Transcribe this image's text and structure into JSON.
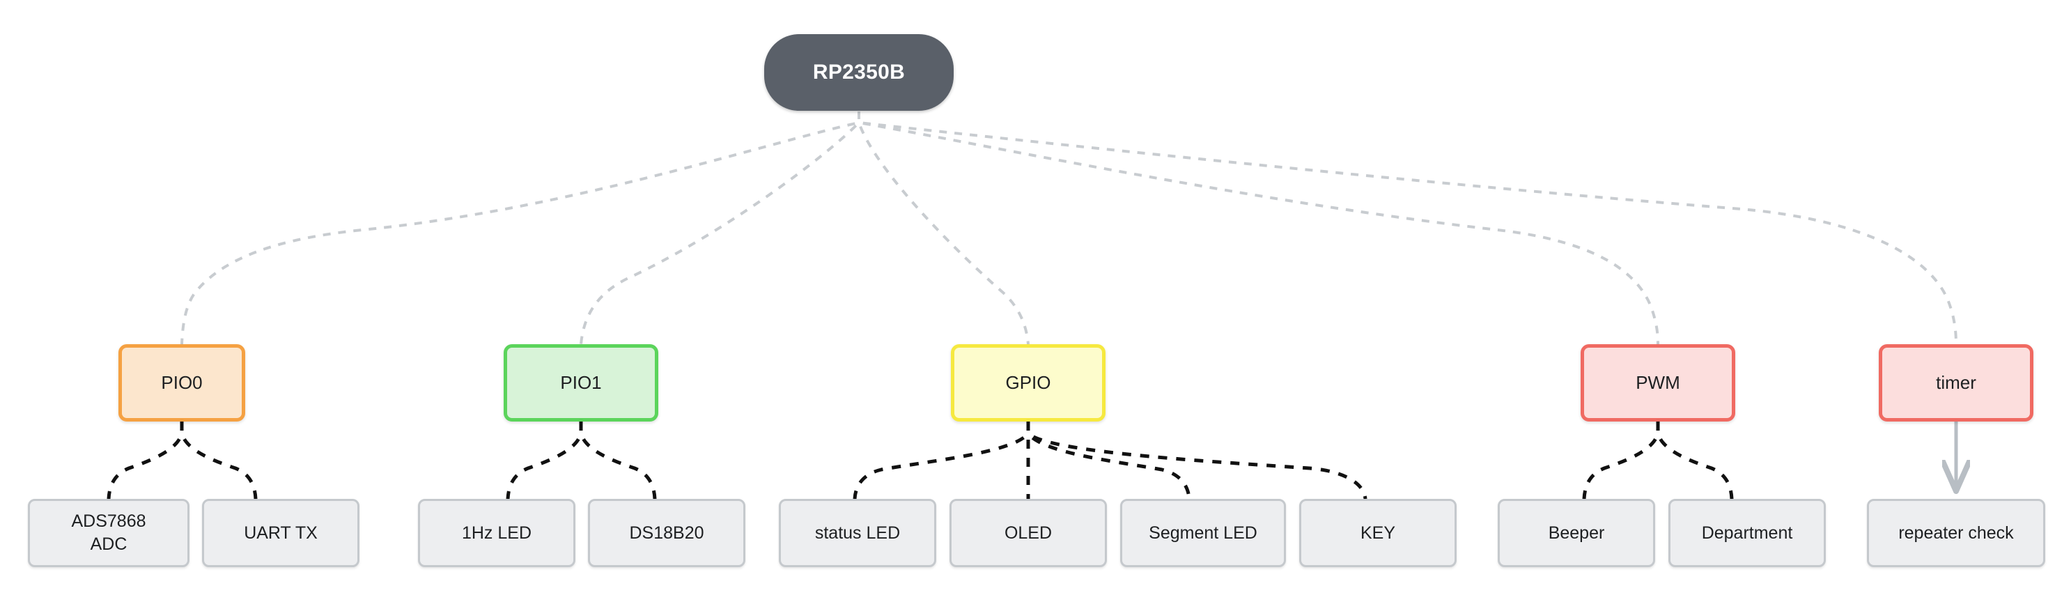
{
  "diagram": {
    "title": "RP2350B peripheral allocation tree",
    "background": "#ffffff",
    "root_edge_color": "#c8ccd0",
    "branch_edge_color": "#111111",
    "arrow_edge_color": "#b8bec4"
  },
  "chart_data": {
    "type": "diagram",
    "layout": "top-down-tree",
    "root": "RP2350B",
    "nodes": [
      {
        "id": "root",
        "label": "RP2350B",
        "level": 0,
        "shape": "stadium",
        "fill": "#5a6069",
        "stroke": "#5a6069",
        "text_color": "#ffffff"
      },
      {
        "id": "pio0",
        "label": "PIO0",
        "level": 1,
        "shape": "rounded-rect",
        "fill": "#fce6cd",
        "stroke": "#f5a142",
        "text_color": "#1d1f21"
      },
      {
        "id": "pio1",
        "label": "PIO1",
        "level": 1,
        "shape": "rounded-rect",
        "fill": "#d8f3d8",
        "stroke": "#5bd45b",
        "text_color": "#1d1f21"
      },
      {
        "id": "gpio",
        "label": "GPIO",
        "level": 1,
        "shape": "rounded-rect",
        "fill": "#fdfccc",
        "stroke": "#f6e93f",
        "text_color": "#1d1f21"
      },
      {
        "id": "pwm",
        "label": "PWM",
        "level": 1,
        "shape": "rounded-rect",
        "fill": "#fcdedd",
        "stroke": "#f06a62",
        "text_color": "#1d1f21"
      },
      {
        "id": "timer",
        "label": "timer",
        "level": 1,
        "shape": "rounded-rect",
        "fill": "#fcdedd",
        "stroke": "#f06a62",
        "text_color": "#1d1f21"
      },
      {
        "id": "ads7868",
        "label": "ADS7868\nADC",
        "level": 2,
        "shape": "rounded-rect",
        "fill": "#edeef0",
        "stroke": "#c5c9cd",
        "text_color": "#1d1f21"
      },
      {
        "id": "uarttx",
        "label": "UART TX",
        "level": 2,
        "shape": "rounded-rect",
        "fill": "#edeef0",
        "stroke": "#c5c9cd",
        "text_color": "#1d1f21"
      },
      {
        "id": "led1hz",
        "label": "1Hz LED",
        "level": 2,
        "shape": "rounded-rect",
        "fill": "#edeef0",
        "stroke": "#c5c9cd",
        "text_color": "#1d1f21"
      },
      {
        "id": "ds18b20",
        "label": "DS18B20",
        "level": 2,
        "shape": "rounded-rect",
        "fill": "#edeef0",
        "stroke": "#c5c9cd",
        "text_color": "#1d1f21"
      },
      {
        "id": "statusled",
        "label": "status LED",
        "level": 2,
        "shape": "rounded-rect",
        "fill": "#edeef0",
        "stroke": "#c5c9cd",
        "text_color": "#1d1f21"
      },
      {
        "id": "oled",
        "label": "OLED",
        "level": 2,
        "shape": "rounded-rect",
        "fill": "#edeef0",
        "stroke": "#c5c9cd",
        "text_color": "#1d1f21"
      },
      {
        "id": "segmentled",
        "label": "Segment LED",
        "level": 2,
        "shape": "rounded-rect",
        "fill": "#edeef0",
        "stroke": "#c5c9cd",
        "text_color": "#1d1f21"
      },
      {
        "id": "key",
        "label": "KEY",
        "level": 2,
        "shape": "rounded-rect",
        "fill": "#edeef0",
        "stroke": "#c5c9cd",
        "text_color": "#1d1f21"
      },
      {
        "id": "beeper",
        "label": "Beeper",
        "level": 2,
        "shape": "rounded-rect",
        "fill": "#edeef0",
        "stroke": "#c5c9cd",
        "text_color": "#1d1f21"
      },
      {
        "id": "department",
        "label": "Department",
        "level": 2,
        "shape": "rounded-rect",
        "fill": "#edeef0",
        "stroke": "#c5c9cd",
        "text_color": "#1d1f21"
      },
      {
        "id": "repeatercheck",
        "label": "repeater check",
        "level": 2,
        "shape": "rounded-rect",
        "fill": "#edeef0",
        "stroke": "#c5c9cd",
        "text_color": "#1d1f21"
      }
    ],
    "edges": [
      {
        "from": "root",
        "to": "pio0",
        "style": "dashed",
        "color": "#c8ccd0",
        "arrow": false
      },
      {
        "from": "root",
        "to": "pio1",
        "style": "dashed",
        "color": "#c8ccd0",
        "arrow": false
      },
      {
        "from": "root",
        "to": "gpio",
        "style": "dashed",
        "color": "#c8ccd0",
        "arrow": false
      },
      {
        "from": "root",
        "to": "pwm",
        "style": "dashed",
        "color": "#c8ccd0",
        "arrow": false
      },
      {
        "from": "root",
        "to": "timer",
        "style": "dashed",
        "color": "#c8ccd0",
        "arrow": false
      },
      {
        "from": "pio0",
        "to": "ads7868",
        "style": "dashed",
        "color": "#111111",
        "arrow": false
      },
      {
        "from": "pio0",
        "to": "uarttx",
        "style": "dashed",
        "color": "#111111",
        "arrow": false
      },
      {
        "from": "pio1",
        "to": "led1hz",
        "style": "dashed",
        "color": "#111111",
        "arrow": false
      },
      {
        "from": "pio1",
        "to": "ds18b20",
        "style": "dashed",
        "color": "#111111",
        "arrow": false
      },
      {
        "from": "gpio",
        "to": "statusled",
        "style": "dashed",
        "color": "#111111",
        "arrow": false
      },
      {
        "from": "gpio",
        "to": "oled",
        "style": "dashed",
        "color": "#111111",
        "arrow": false
      },
      {
        "from": "gpio",
        "to": "segmentled",
        "style": "dashed",
        "color": "#111111",
        "arrow": false
      },
      {
        "from": "gpio",
        "to": "key",
        "style": "dashed",
        "color": "#111111",
        "arrow": false
      },
      {
        "from": "pwm",
        "to": "beeper",
        "style": "dashed",
        "color": "#111111",
        "arrow": false
      },
      {
        "from": "pwm",
        "to": "department",
        "style": "dashed",
        "color": "#111111",
        "arrow": false
      },
      {
        "from": "timer",
        "to": "repeatercheck",
        "style": "solid",
        "color": "#b8bec4",
        "arrow": true
      }
    ]
  }
}
